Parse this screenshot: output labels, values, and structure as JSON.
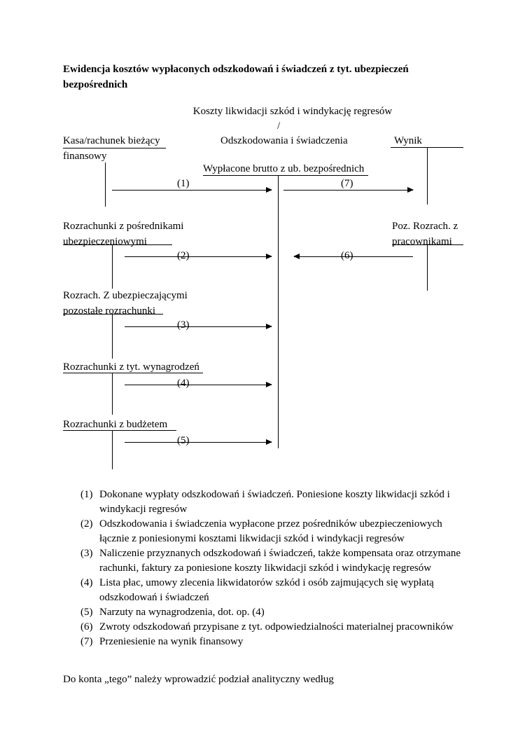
{
  "page": {
    "title_line1": "Ewidencja kosztów wypłaconych odszkodowań i świadczeń z tyt. ubezpieczeń",
    "title_line2": "bezpośrednich",
    "footer": "Do konta „tego” należy wprowadzić podział analityczny według"
  },
  "diagram": {
    "header": "Koszty likwidacji szkód i windykację regresów",
    "slash": "/",
    "accounts": {
      "kasa_line1": "Kasa/rachunek bieżący",
      "kasa_line2": "finansowy",
      "center_title": "Odszkodowania i świadczenia",
      "wynik": "Wynik",
      "center_sub": "Wypłacone brutto z ub. bezpośrednich",
      "posrednicy_line1": "Rozrachunki z pośrednikami",
      "posrednicy_line2": "ubezpieczeniowymi",
      "poz_line1": "Poz. Rozrach. z",
      "poz_line2": "pracownikami",
      "ubezp_line1": "Rozrach. Z ubezpieczającymi",
      "ubezp_line2": "pozostałe rozrachunki",
      "wynagrodzenia": "Rozrachunki z tyt. wynagrodzeń",
      "budzet": "Rozrachunki z budżetem"
    },
    "labels": {
      "a1": "(1)",
      "a2": "(2)",
      "a3": "(3)",
      "a4": "(4)",
      "a5": "(5)",
      "a6": "(6)",
      "a7": "(7)"
    }
  },
  "notes": [
    {
      "num": "(1)",
      "text": "Dokonane wypłaty odszkodowań i świadczeń. Poniesione koszty likwidacji szkód i windykacji regresów"
    },
    {
      "num": "(2)",
      "text": "Odszkodowania i świadczenia wypłacone przez pośredników ubezpieczeniowych łącznie z poniesionymi kosztami likwidacji szkód i windykacji regresów"
    },
    {
      "num": "(3)",
      "text": "Naliczenie przyznanych odszkodowań i świadczeń, także kompensata oraz otrzymane rachunki, faktury za poniesione koszty likwidacji szkód i windykację regresów"
    },
    {
      "num": "(4)",
      "text": "Lista płac, umowy zlecenia likwidatorów szkód i osób zajmujących się wypłatą odszkodowań i świadczeń"
    },
    {
      "num": "(5)",
      "text": "Narzuty na wynagrodzenia, dot. op. (4)"
    },
    {
      "num": "(6)",
      "text": "Zwroty odszkodowań przypisane z tyt. odpowiedzialności materialnej pracowników"
    },
    {
      "num": "(7)",
      "text": "Przeniesienie na wynik finansowy"
    }
  ]
}
